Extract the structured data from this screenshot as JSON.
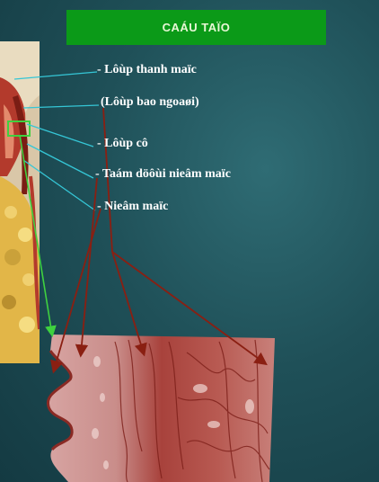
{
  "title": "CAÁU TAÏO",
  "labels": {
    "serosa": "- Lôùp thanh maïc",
    "adventitia": "(Lôùp bao ngoaøi)",
    "muscularis": "- Lôùp cô",
    "submucosa": "- Taám döôùi nieâm maïc",
    "mucosa": "- Nieâm maïc"
  },
  "colors": {
    "banner": "#0b9a18",
    "background": "#1f5058",
    "leader_cyan": "#35c6d6",
    "arrow_red": "#8a1f12",
    "arrow_green": "#3fd13f"
  }
}
